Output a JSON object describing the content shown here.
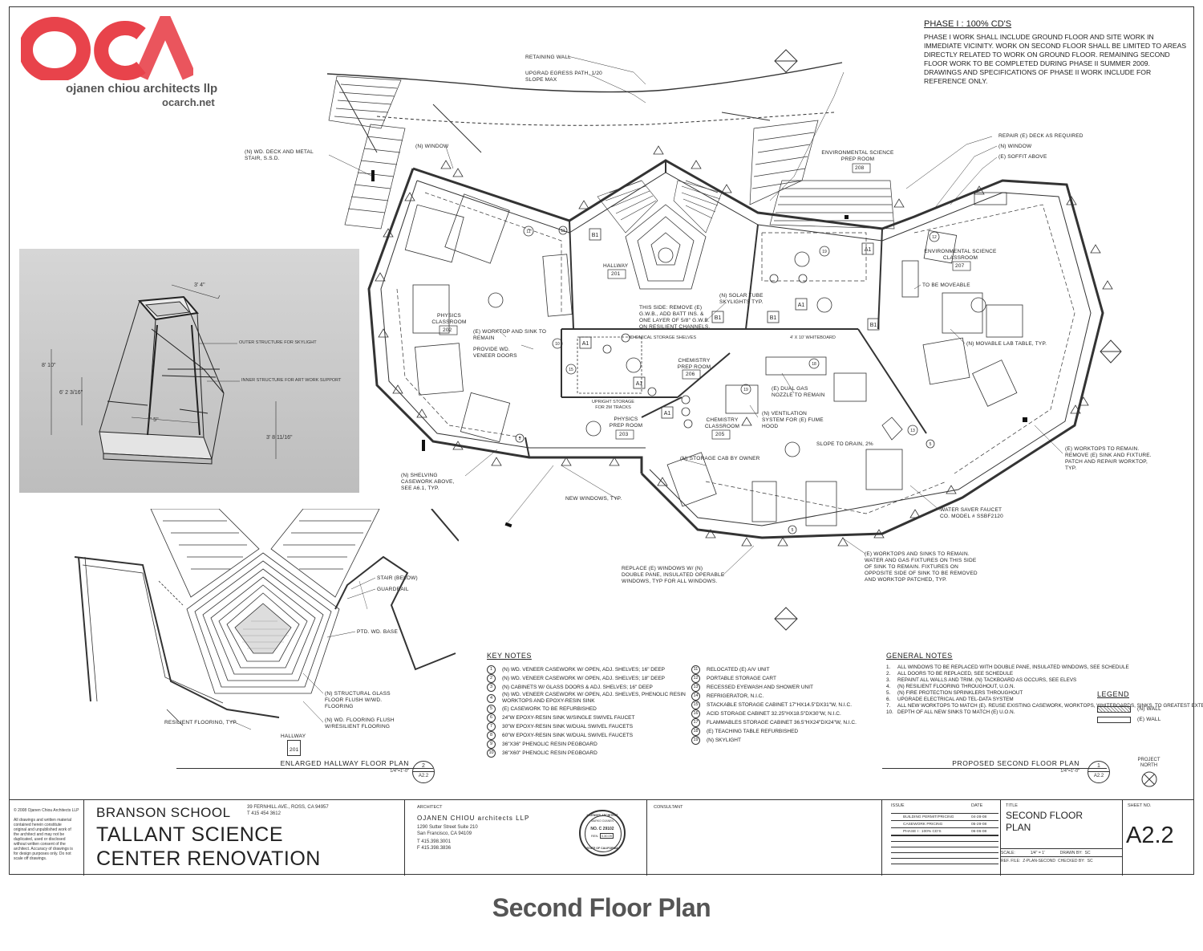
{
  "logo": {
    "mark": "OCA",
    "firm": "ojanen chiou architects llp",
    "website": "ocarch.net",
    "color": "#e8434b"
  },
  "phase": {
    "title": "PHASE I : 100% CD'S",
    "text": "PHASE I WORK SHALL INCLUDE GROUND FLOOR AND SITE WORK IN IMMEDIATE VICINITY.  WORK ON SECOND FLOOR SHALL BE LIMITED TO AREAS DIRECTLY RELATED TO WORK ON GROUND FLOOR.  REMAINING SECOND FLOOR WORK TO BE COMPLETED DURING PHASE II SUMMER 2009.  DRAWINGS AND SPECIFICATIONS OF PHASE II WORK INCLUDE FOR REFERENCE ONLY."
  },
  "plan_labels": {
    "retaining_wall": "RETAINING WALL",
    "egress_path": "UPGRAD EGRESS PATH, 1/20 SLOPE MAX",
    "deck_stair": "(N) WD. DECK AND METAL STAIR, S.S.D.",
    "window_left": "(N) WINDOW",
    "env_prep": "ENVIRONMENTAL SCIENCE PREP ROOM",
    "env_prep_num": "208",
    "repair_deck": "REPAIR (E) DECK AS REQUIRED",
    "window_right": "(N) WINDOW",
    "soffit": "(E) SOFFIT ABOVE",
    "env_class": "ENVIRONMENTAL SCIENCE CLASSROOM",
    "env_class_num": "207",
    "moveable": "TO BE MOVEABLE",
    "movable_lab": "(N) MOVABLE LAB TABLE, TYP.",
    "hallway": "HALLWAY",
    "hallway_num": "201",
    "physics_class": "PHYSICS CLASSROOM",
    "physics_class_num": "202",
    "worktop_sink": "(E) WORKTOP AND SINK TO REMAIN",
    "veneer_doors": "PROVIDE WD. VENEER DOORS",
    "solar_tube": "(N) SOLAR TUBE SKYLIGHTS TYP.",
    "this_side": "THIS SIDE: REMOVE (E) G.W.B., ADD BATT INS. & ONE LAYER OF 5/8\" G.W.B. ON RESILIENT CHANNELS.",
    "chem_storage": "CHEMICAL STORAGE SHELVES",
    "whiteboard": "4' X 10' WHITEBOARD",
    "chem_prep": "CHEMISTRY PREP ROOM",
    "chem_prep_num": "206",
    "dual_gas": "(E) DUAL GAS NOZZLE TO REMAIN",
    "physics_prep": "PHYSICS PREP ROOM",
    "physics_prep_num": "203",
    "upright": "UPRIGHT STORAGE FOR 2M TRACKS",
    "ventilation": "(N) VENTILATION SYSTEM FOR (E) FUME HOOD",
    "chem_class": "CHEMISTRY CLASSROOM",
    "chem_class_num": "205",
    "slope": "SLOPE TO DRAIN, 2%",
    "storage_cab": "(N) STORAGE CAB BY OWNER",
    "shelving": "(N) SHELVING CASEWORK ABOVE, SEE A6.1, TYP.",
    "new_windows": "NEW WINDOWS, TYP.",
    "worktops_remain": "(E) WORKTOPS TO REMAIN. REMOVE (E) SINK AND FIXTURE. PATCH AND REPAIR WORKTOP, TYP.",
    "water_saver": "WATER SAVER FAUCET CO. MODEL # SSBF2120",
    "worktops_sinks": "(E) WORKTOPS AND SINKS TO REMAIN. WATER AND GAS FIXTURES ON THIS SIDE OF SINK TO REMAIN. FIXTURES ON OPPOSITE SIDE OF SINK TO BE REMOVED AND WORKTOP PATCHED, TYP.",
    "replace_windows": "REPLACE (E) WINDOWS W/ (N) DOUBLE PANE, INSULATED OPERABLE WINDOWS, TYP FOR ALL WINDOWS."
  },
  "skylight_3d": {
    "dim_top": "3' 4\"",
    "dim_left": "8' 10\"",
    "dim_mid": "6' 2 3/16\"",
    "dim_bottom": "7' 5\"",
    "dim_right": "3' 8 11/16\"",
    "outer": "OUTER STRUCTURE FOR SKYLIGHT",
    "inner": "INNER STRUCTURE FOR ART WORK SUPPORT"
  },
  "enlarged": {
    "stair": "STAIR (BELOW)",
    "guardrail": "GUARDRAIL",
    "base": "PTD. WD. BASE",
    "glass": "(N) STRUCTURAL GLASS FLOOR FLUSH W/WD. FLOORING",
    "flooring": "(N) WD. FLOORING FLUSH W/RESILIENT FLOORING",
    "resilient": "RESILIENT FLOORING, TYP.",
    "hallway": "HALLWAY",
    "hallway_num": "201",
    "title": "ENLARGED HALLWAY FLOOR PLAN",
    "scale": "1/4\"=1'-0\"",
    "num": "2",
    "sheet": "A2.2"
  },
  "key_notes": {
    "title": "KEY NOTES",
    "col1": [
      {
        "n": "1",
        "t": "(N) WD. VENEER CASEWORK W/ OPEN, ADJ. SHELVES; 16\" DEEP"
      },
      {
        "n": "2",
        "t": "(N) WD. VENEER CASEWORK W/ OPEN, ADJ. SHELVES; 18\" DEEP"
      },
      {
        "n": "3",
        "t": "(N) CABINETS W/ GLASS DOORS & ADJ. SHELVES; 16\" DEEP"
      },
      {
        "n": "4",
        "t": "(N) WD. VENEER CASEWORK W/ OPEN, ADJ. SHELVES, PHENOLIC RESIN WORKTOPS AND EPOXY-RESIN SINK"
      },
      {
        "n": "5",
        "t": "(E) CASEWORK TO BE REFURBISHED"
      },
      {
        "n": "6",
        "t": "24\"W EPOXY-RESIN SINK W/SINGLE SWIVEL FAUCET"
      },
      {
        "n": "7",
        "t": "30\"W EPOXY-RESIN SINK W/DUAL SWIVEL FAUCETS"
      },
      {
        "n": "8",
        "t": "60\"W EPOXY-RESIN SINK W/DUAL SWIVEL FAUCETS"
      },
      {
        "n": "9",
        "t": "36\"X36\" PHENOLIC RESIN PEGBOARD"
      },
      {
        "n": "10",
        "t": "36\"X60\" PHENOLIC RESIN PEGBOARD"
      }
    ],
    "col2": [
      {
        "n": "11",
        "t": "RELOCATED (E) A/V UNIT"
      },
      {
        "n": "12",
        "t": "PORTABLE STORAGE CART"
      },
      {
        "n": "13",
        "t": "RECESSED EYEWASH AND SHOWER UNIT"
      },
      {
        "n": "14",
        "t": "REFRIGERATOR, N.I.C."
      },
      {
        "n": "15",
        "t": "STACKABLE STORAGE CABINET 17\"HX14.5\"DX31\"W, N.I.C."
      },
      {
        "n": "16",
        "t": "ACID STORAGE CABINET 32.25\"HX18.5\"DX30\"W, N.I.C."
      },
      {
        "n": "17",
        "t": "FLAMMABLES STORAGE CABINET 36.5\"HX24\"DX24\"W, N.I.C."
      },
      {
        "n": "18",
        "t": "(E) TEACHING TABLE REFURBISHED"
      },
      {
        "n": "19",
        "t": "(N) SKYLIGHT"
      }
    ]
  },
  "general_notes": {
    "title": "GENERAL NOTES",
    "items": [
      {
        "n": "1.",
        "t": "ALL WINDOWS TO BE REPLACED WITH DOUBLE PANE, INSULATED WINDOWS, SEE SCHEDULE"
      },
      {
        "n": "2.",
        "t": "ALL DOORS TO BE REPLACED, SEE SCHEDULE"
      },
      {
        "n": "3.",
        "t": "REPAINT ALL WALLS AND TRIM. (N) TACKBOARD AS OCCURS, SEE ELEVS"
      },
      {
        "n": "4.",
        "t": "(N) RESILIENT FLOORING THROUGHOUT, U.O.N."
      },
      {
        "n": "5.",
        "t": "(N) FIRE PROTECTION SPRINKLERS THROUGHOUT"
      },
      {
        "n": "6.",
        "t": "UPGRADE ELECTRICAL AND TEL-DATA SYSTEM"
      },
      {
        "n": "7.",
        "t": "ALL NEW WORKTOPS TO MATCH (E). REUSE EXISTING CASEWORK, WORKTOPS, WHITEBOARDS, SINKS, TO GREATEST EXTENT POSSIBLE"
      },
      {
        "n": "10.",
        "t": "DEPTH OF ALL NEW SINKS TO MATCH (E) U.O.N."
      }
    ]
  },
  "legend": {
    "title": "LEGEND",
    "new_wall": "(N) WALL",
    "existing_wall": "(E) WALL"
  },
  "proposed": {
    "title": "PROPOSED SECOND FLOOR PLAN",
    "scale": "1/4\"=1'-0\"",
    "num": "1",
    "sheet": "A2.2",
    "north": "PROJECT NORTH"
  },
  "title_block": {
    "copyright": "© 2008 Ojanen Chiou Architects LLP",
    "disclaimer": "All drawings and written material contained herein constitute original and unpublished work of the architect and may not be duplicated, used or disclosed without written consent of the architect. Accuracy of drawings is for design purposes only.  Do not scale off drawings.",
    "school": "BRANSON SCHOOL",
    "address1": "39 FERNHILL AVE., ROSS, CA 94957",
    "address2": "T 415 454 3612",
    "project_line1": "TALLANT SCIENCE",
    "project_line2": "CENTER RENOVATION",
    "architect_label": "ARCHITECT",
    "architect_name": "OJANEN CHIOU architects LLP",
    "arch_addr1": "1290 Sutter Street  Suite 210",
    "arch_addr2": "San Francisco, CA 94109",
    "arch_tel": "T  415.398.3001",
    "arch_fax": "F  415.398.3836",
    "stamp_top": "LICENSED ARCHITECT",
    "stamp_name": "MARKO OJANEN",
    "stamp_num": "NO. C 29102",
    "stamp_ren": "REN.",
    "stamp_date": "3.30.09",
    "stamp_bottom": "STATE OF CALIFORNIA",
    "consultant_label": "CONSULTANT",
    "issue_label": "ISSUE",
    "date_label": "DATE",
    "issues": [
      {
        "issue": "BUILDING PERMIT/PRICING",
        "date": "04-28-08"
      },
      {
        "issue": "CASEWORK PRICING",
        "date": "05-29-08"
      },
      {
        "issue": "PHASE I : 100% CD'S",
        "date": "06-06-08"
      }
    ],
    "title_label": "TITLE",
    "sheet_title1": "SECOND FLOOR",
    "sheet_title2": "PLAN",
    "scale_label": "SCALE:",
    "scale_value": "1/4\" = 1'",
    "drawn_label": "DRAWN BY:",
    "drawn_value": "SC",
    "ref_label": "REF. FILE:",
    "ref_value": "Z-PLAN-SECOND",
    "checked_label": "CHECKED BY:",
    "checked_value": "SC",
    "sheet_no_label": "SHEET NO.",
    "sheet_no": "A2.2"
  },
  "caption": "Second Floor Plan"
}
